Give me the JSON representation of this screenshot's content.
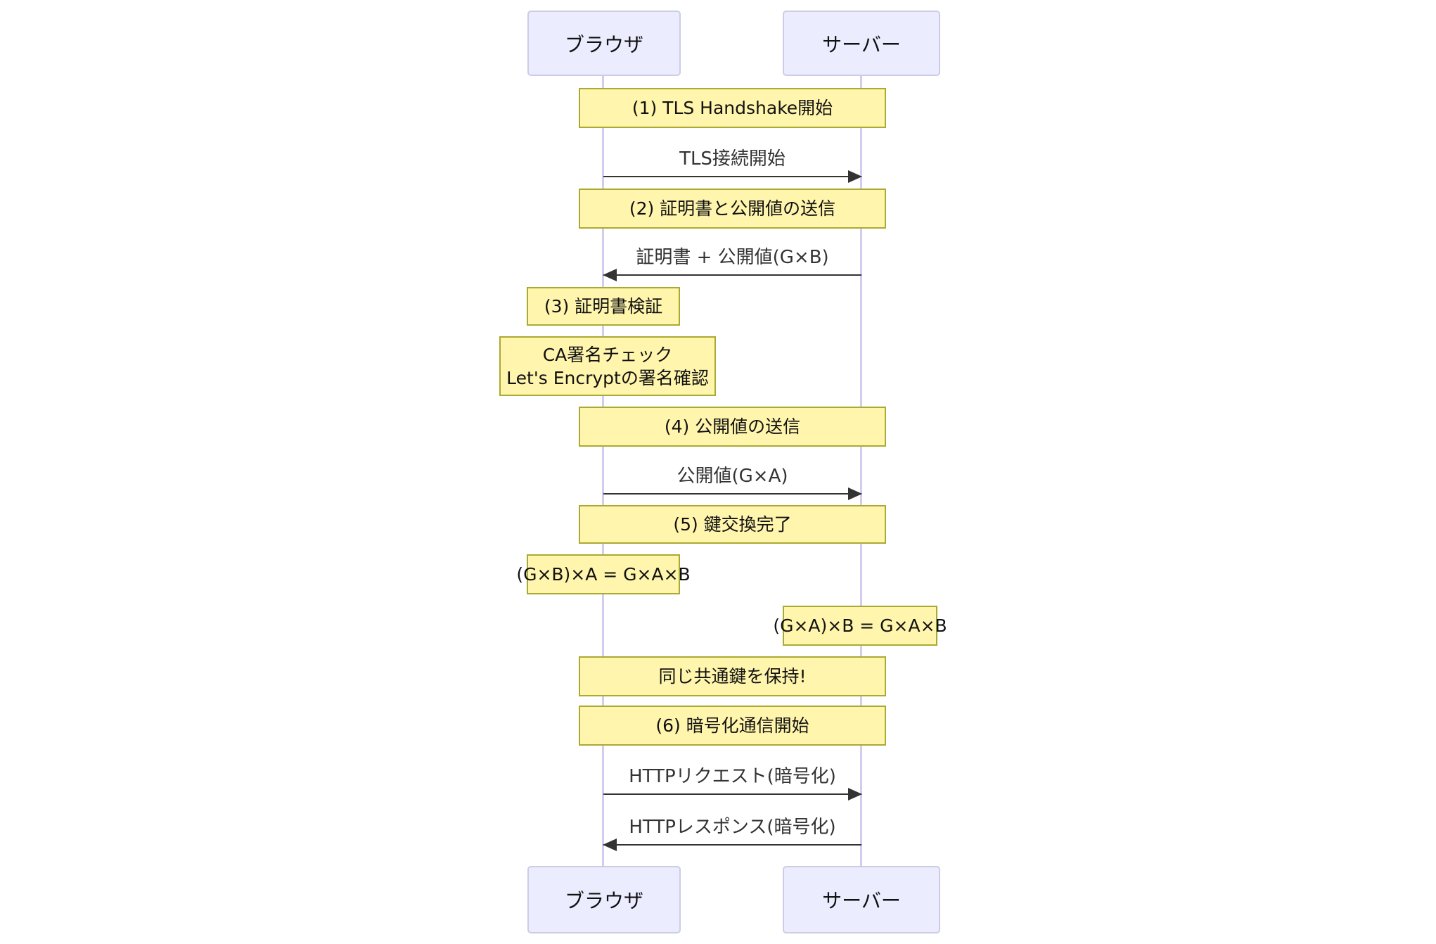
{
  "colors": {
    "note_fill": "#FFF5AD",
    "note_border": "#AAAA33",
    "actor_fill": "#ECECFF",
    "actor_border": "#CCCCE6",
    "lifeline": "#D3CCEE",
    "arrow": "#333333",
    "text": "#111111",
    "message_text": "#333333",
    "background": "#FFFFFF"
  },
  "diagram": {
    "type": "sequence",
    "actors": {
      "browser": {
        "label": "ブラウザ"
      },
      "server": {
        "label": "サーバー"
      }
    },
    "notes": [
      {
        "text": "(1) TLS Handshake開始",
        "over": "both"
      },
      {
        "text": "(2) 証明書と公開値の送信",
        "over": "both"
      },
      {
        "text": "(3) 証明書検証",
        "over": "browser"
      },
      {
        "lines": [
          "CA署名チェック",
          "Let's Encryptの署名確認"
        ],
        "over": "browser"
      },
      {
        "text": "(4) 公開値の送信",
        "over": "both"
      },
      {
        "text": "(5) 鍵交換完了",
        "over": "both"
      },
      {
        "text": "(G×B)×A = G×A×B",
        "over": "browser"
      },
      {
        "text": "(G×A)×B = G×A×B",
        "over": "server"
      },
      {
        "text": "同じ共通鍵を保持!",
        "over": "both"
      },
      {
        "text": "(6) 暗号化通信開始",
        "over": "both"
      }
    ],
    "messages": [
      {
        "label": "TLS接続開始",
        "from": "browser",
        "to": "server"
      },
      {
        "label": "証明書 + 公開値(G×B)",
        "from": "server",
        "to": "browser"
      },
      {
        "label": "公開値(G×A)",
        "from": "browser",
        "to": "server"
      },
      {
        "label": "HTTPリクエスト(暗号化)",
        "from": "browser",
        "to": "server"
      },
      {
        "label": "HTTPレスポンス(暗号化)",
        "from": "server",
        "to": "browser"
      }
    ]
  }
}
